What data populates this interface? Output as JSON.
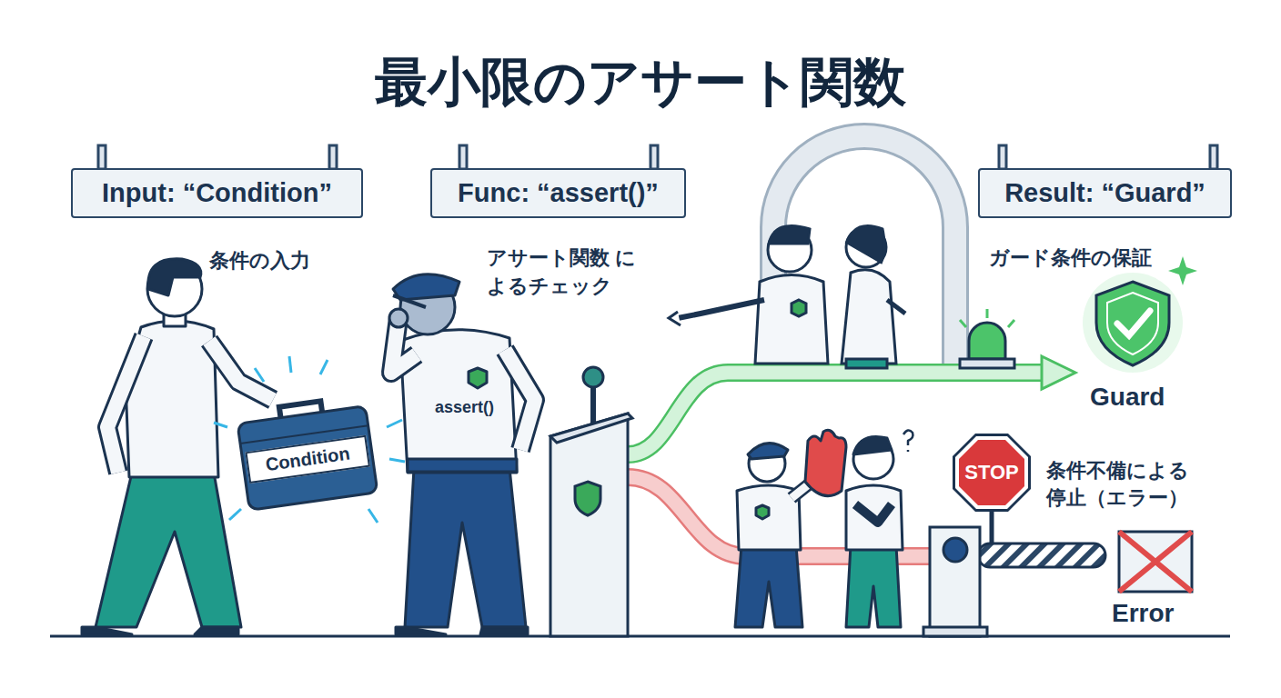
{
  "diagram": {
    "title": "最小限のアサート関数",
    "nodes": [
      {
        "text": [
          "Input: “Condition”",
          "条件の入力"
        ]
      },
      {
        "text": [
          "Func: “assert()”",
          "アサート関数 によるチェック"
        ]
      },
      {
        "text": [
          "Result: “Guard”",
          "ガード条件の保証"
        ]
      },
      {
        "text": [
          "Condition"
        ]
      },
      {
        "text": [
          "STOP"
        ]
      }
    ],
    "labels": [
      "assert()",
      "Guard",
      "条件不備による 停止（エラー）",
      "Error"
    ]
  }
}
